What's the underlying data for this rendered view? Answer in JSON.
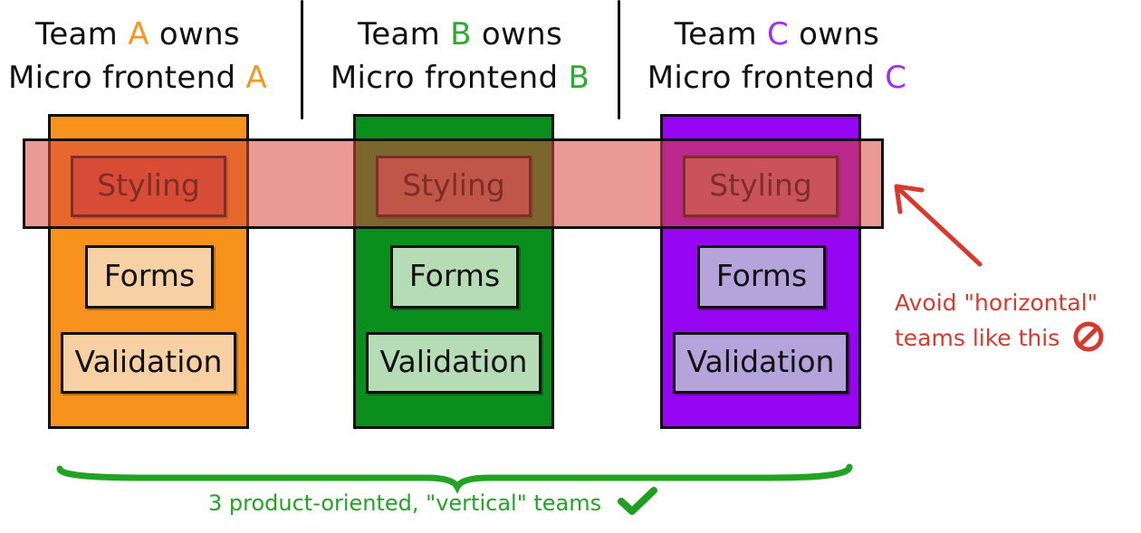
{
  "teams": [
    {
      "line1_prefix": "Team ",
      "letter": "A",
      "line1_suffix": " owns",
      "line2_prefix": "Micro frontend ",
      "accent": "#f7961e",
      "column_fill": "#f7931c",
      "box_fill": "#f7d0a4",
      "styling_box_fill": "#d8542e",
      "boxes": {
        "styling": "Styling",
        "forms": "Forms",
        "validation": "Validation"
      }
    },
    {
      "line1_prefix": "Team ",
      "letter": "B",
      "line1_suffix": " owns",
      "line2_prefix": "Micro frontend ",
      "accent": "#2eaa2e",
      "column_fill": "#0a8e1c",
      "box_fill": "#b5dcb5",
      "styling_box_fill": "#a06a55",
      "boxes": {
        "styling": "Styling",
        "forms": "Forms",
        "validation": "Validation"
      }
    },
    {
      "line1_prefix": "Team ",
      "letter": "C",
      "line1_suffix": " owns",
      "line2_prefix": "Micro frontend ",
      "accent": "#9b2dff",
      "column_fill": "#9606f2",
      "box_fill": "#b5a4db",
      "styling_box_fill": "#b56280",
      "boxes": {
        "styling": "Styling",
        "forms": "Forms",
        "validation": "Validation"
      }
    }
  ],
  "annotation": {
    "line1": "Avoid \"horizontal\"",
    "line2": "teams like this",
    "color": "#d63a2e",
    "icon": "prohibited-icon"
  },
  "footer": {
    "text": "3 product-oriented, \"vertical\" teams",
    "color": "#23a323",
    "icon": "checkmark-icon"
  },
  "band_color": "#d8463c"
}
